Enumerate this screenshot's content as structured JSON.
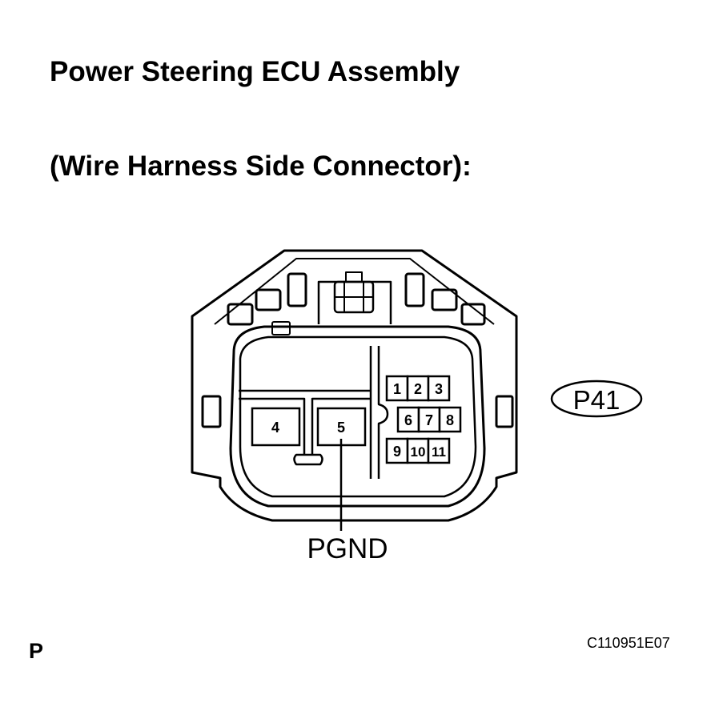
{
  "title": {
    "line1": "Power Steering ECU Assembly",
    "line2": "(Wire Harness Side Connector):"
  },
  "connector": {
    "code": "P41",
    "pins": [
      "1",
      "2",
      "3",
      "4",
      "5",
      "6",
      "7",
      "8",
      "9",
      "10",
      "11"
    ],
    "signal": {
      "pin": "5",
      "label": "PGND"
    }
  },
  "footer": {
    "page_letter": "P",
    "figure_code": "C110951E07"
  }
}
